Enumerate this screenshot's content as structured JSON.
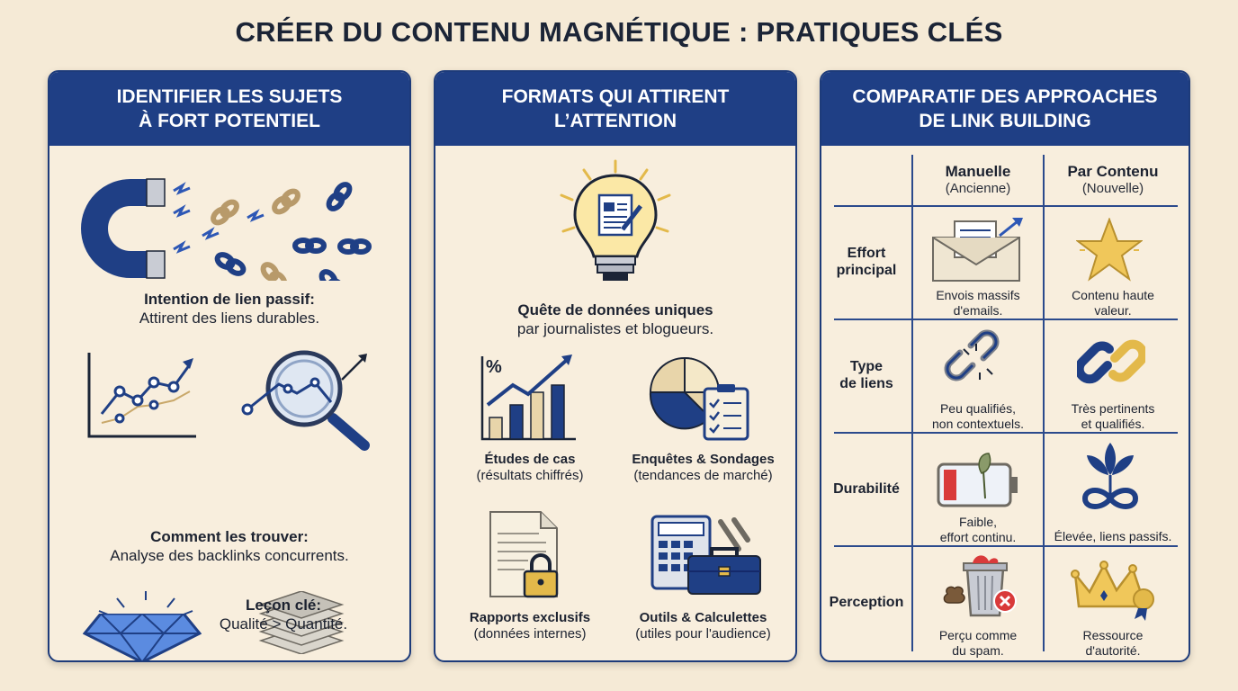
{
  "title": "CRÉER DU CONTENU MAGNÉTIQUE : PRATIQUES CLÉS",
  "panel1": {
    "header_line1": "IDENTIFIER LES SUJETS",
    "header_line2": "À FORT POTENTIEL",
    "block1_title": "Intention de lien passif:",
    "block1_text": "Attirent des liens durables.",
    "block2_title": "Comment les trouver:",
    "block2_text": "Analyse des backlinks concurrents.",
    "block3_title": "Leçon clé:",
    "block3_text": "Qualité > Quantité."
  },
  "panel2": {
    "header_line1": "FORMATS QUI ATTIRENT",
    "header_line2": "L’ATTENTION",
    "main_title": "Quête de données uniques",
    "main_text": "par journalistes et blogueurs.",
    "items": [
      {
        "title": "Études de cas",
        "text": "(résultats chiffrés)"
      },
      {
        "title": "Enquêtes & Sondages",
        "text": "(tendances de marché)"
      },
      {
        "title": "Rapports exclusifs",
        "text": "(données internes)"
      },
      {
        "title": "Outils & Calculettes",
        "text": "(utiles pour l'audience)"
      }
    ]
  },
  "panel3": {
    "header_line1": "COMPARATIF DES APPROACHES",
    "header_line2": "DE LINK BUILDING",
    "col1_title": "Manuelle",
    "col1_sub": "(Ancienne)",
    "col2_title": "Par Contenu",
    "col2_sub": "(Nouvelle)",
    "rows": [
      {
        "label_line1": "Effort",
        "label_line2": "principal",
        "manual_line1": "Envois massifs",
        "manual_line2": "d'emails.",
        "content_line1": "Contenu haute",
        "content_line2": "valeur."
      },
      {
        "label_line1": "Type",
        "label_line2": "de liens",
        "manual_line1": "Peu qualifiés,",
        "manual_line2": "non contextuels.",
        "content_line1": "Très pertinents",
        "content_line2": "et qualifiés."
      },
      {
        "label_line1": "Durabilité",
        "label_line2": "",
        "manual_line1": "Faible,",
        "manual_line2": "effort continu.",
        "content_line1": "Élevée, liens passifs.",
        "content_line2": ""
      },
      {
        "label_line1": "Perception",
        "label_line2": "",
        "manual_line1": "Perçu comme",
        "manual_line2": "du spam.",
        "content_line1": "Ressource",
        "content_line2": "d'autorité."
      }
    ]
  },
  "colors": {
    "navy": "#1f3f85",
    "gold": "#e3b94a",
    "background": "#f5ead6",
    "red": "#d93a3a"
  }
}
